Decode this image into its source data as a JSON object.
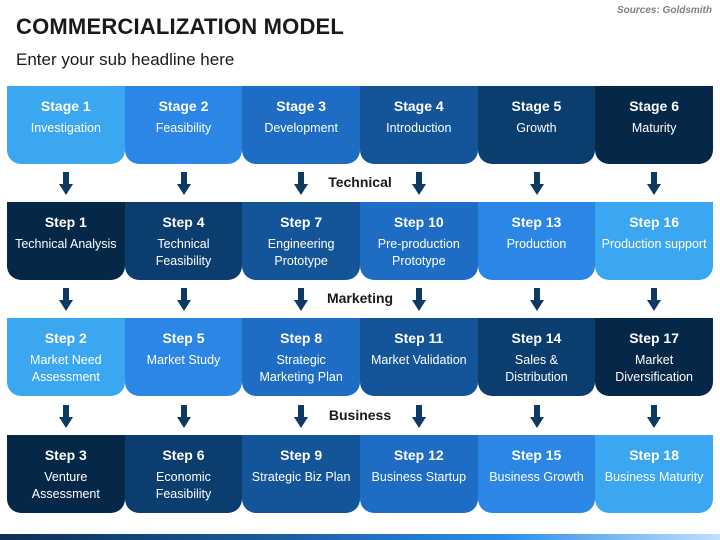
{
  "header": {
    "title": "COMMERCIALIZATION MODEL",
    "subtitle": "Enter your sub headline here",
    "source": "Sources: Goldsmith"
  },
  "colors": {
    "c1": "#3aa7f0",
    "c2": "#2b86e6",
    "c3": "#1e6cc4",
    "c4": "#14559a",
    "c5": "#0b3d6e",
    "c6": "#062848",
    "arrow": "#0d3a63"
  },
  "rows": [
    {
      "cards": [
        {
          "title": "Stage 1",
          "desc": "Investigation",
          "color": "c1"
        },
        {
          "title": "Stage 2",
          "desc": "Feasibility",
          "color": "c2"
        },
        {
          "title": "Stage 3",
          "desc": "Development",
          "color": "c3"
        },
        {
          "title": "Stage 4",
          "desc": "Introduction",
          "color": "c4"
        },
        {
          "title": "Stage 5",
          "desc": "Growth",
          "color": "c5"
        },
        {
          "title": "Stage 6",
          "desc": "Maturity",
          "color": "c6"
        }
      ]
    },
    {
      "cards": [
        {
          "title": "Step 1",
          "desc": "Technical Analysis",
          "color": "c6"
        },
        {
          "title": "Step 4",
          "desc": "Technical Feasibility",
          "color": "c5"
        },
        {
          "title": "Step 7",
          "desc": "Engineering Prototype",
          "color": "c4"
        },
        {
          "title": "Step 10",
          "desc": "Pre-production Prototype",
          "color": "c3"
        },
        {
          "title": "Step 13",
          "desc": "Production",
          "color": "c2"
        },
        {
          "title": "Step 16",
          "desc": "Production support",
          "color": "c1"
        }
      ]
    },
    {
      "cards": [
        {
          "title": "Step 2",
          "desc": "Market Need Assessment",
          "color": "c1"
        },
        {
          "title": "Step 5",
          "desc": "Market Study",
          "color": "c2"
        },
        {
          "title": "Step 8",
          "desc": "Strategic Marketing Plan",
          "color": "c3"
        },
        {
          "title": "Step 11",
          "desc": "Market Validation",
          "color": "c4"
        },
        {
          "title": "Step 14",
          "desc": "Sales & Distribution",
          "color": "c5"
        },
        {
          "title": "Step 17",
          "desc": "Market Diversification",
          "color": "c6"
        }
      ]
    },
    {
      "cards": [
        {
          "title": "Step 3",
          "desc": "Venture Assessment",
          "color": "c6"
        },
        {
          "title": "Step 6",
          "desc": "Economic Feasibility",
          "color": "c5"
        },
        {
          "title": "Step 9",
          "desc": "Strategic Biz Plan",
          "color": "c4"
        },
        {
          "title": "Step 12",
          "desc": "Business Startup",
          "color": "c3"
        },
        {
          "title": "Step 15",
          "desc": "Business Growth",
          "color": "c2"
        },
        {
          "title": "Step 18",
          "desc": "Business Maturity",
          "color": "c1"
        }
      ]
    }
  ],
  "dividers": [
    {
      "label": "Technical"
    },
    {
      "label": "Marketing"
    },
    {
      "label": "Business"
    }
  ]
}
